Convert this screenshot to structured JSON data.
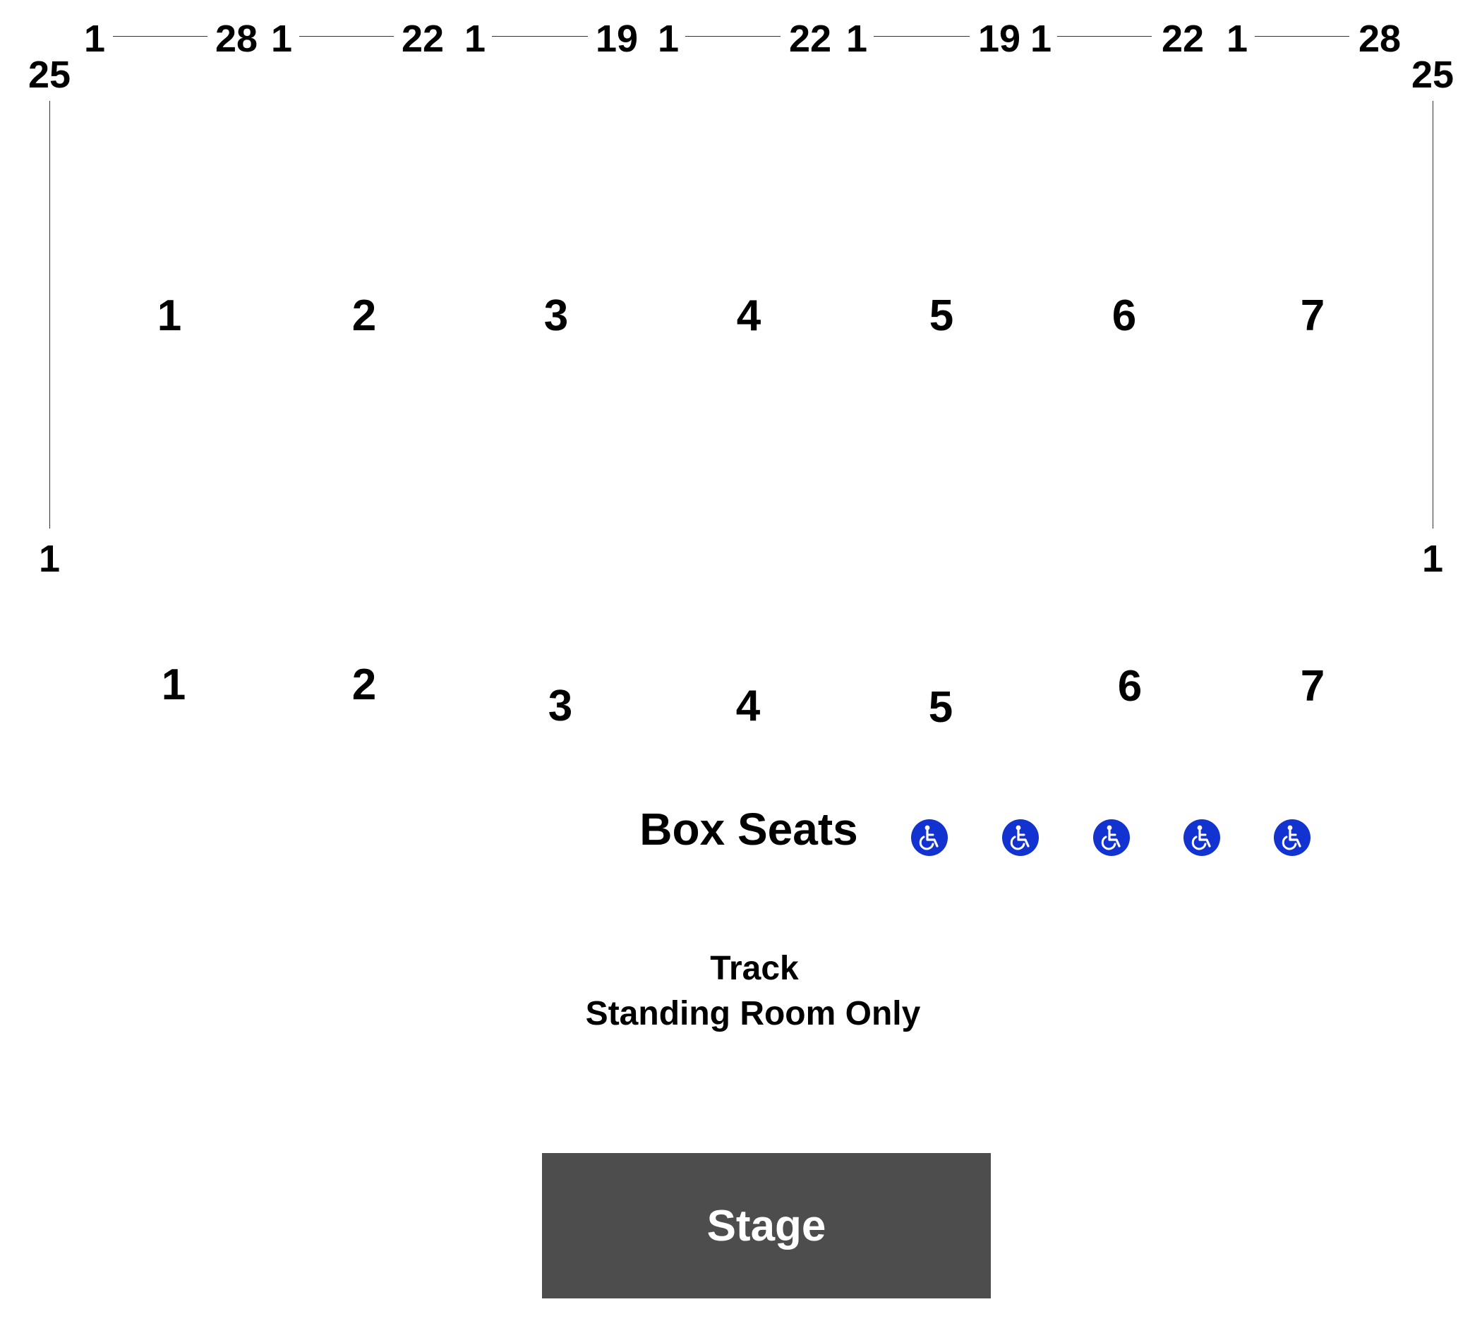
{
  "colors": {
    "stage_fill": "#4d4d4d",
    "accessible_icon": "#1233cf",
    "line": "#333333",
    "text": "#000000"
  },
  "upper_rows": [
    {
      "start": "1",
      "end": "28"
    },
    {
      "start": "1",
      "end": "22"
    },
    {
      "start": "1",
      "end": "19"
    },
    {
      "start": "1",
      "end": "22"
    },
    {
      "start": "1",
      "end": "19"
    },
    {
      "start": "1",
      "end": "22"
    },
    {
      "start": "1",
      "end": "28"
    }
  ],
  "side_rows": {
    "left": {
      "top": "25",
      "bottom": "1"
    },
    "right": {
      "top": "25",
      "bottom": "1"
    }
  },
  "upper_sections": [
    "1",
    "2",
    "3",
    "4",
    "5",
    "6",
    "7"
  ],
  "lower_sections": [
    "1",
    "2",
    "3",
    "4",
    "5",
    "6",
    "7"
  ],
  "box_seats": {
    "label": "Box Seats",
    "accessible_icon": "wheelchair-icon",
    "accessible_count": 5
  },
  "track": {
    "line1": "Track",
    "line2": "Standing Room Only"
  },
  "stage": {
    "label": "Stage"
  }
}
